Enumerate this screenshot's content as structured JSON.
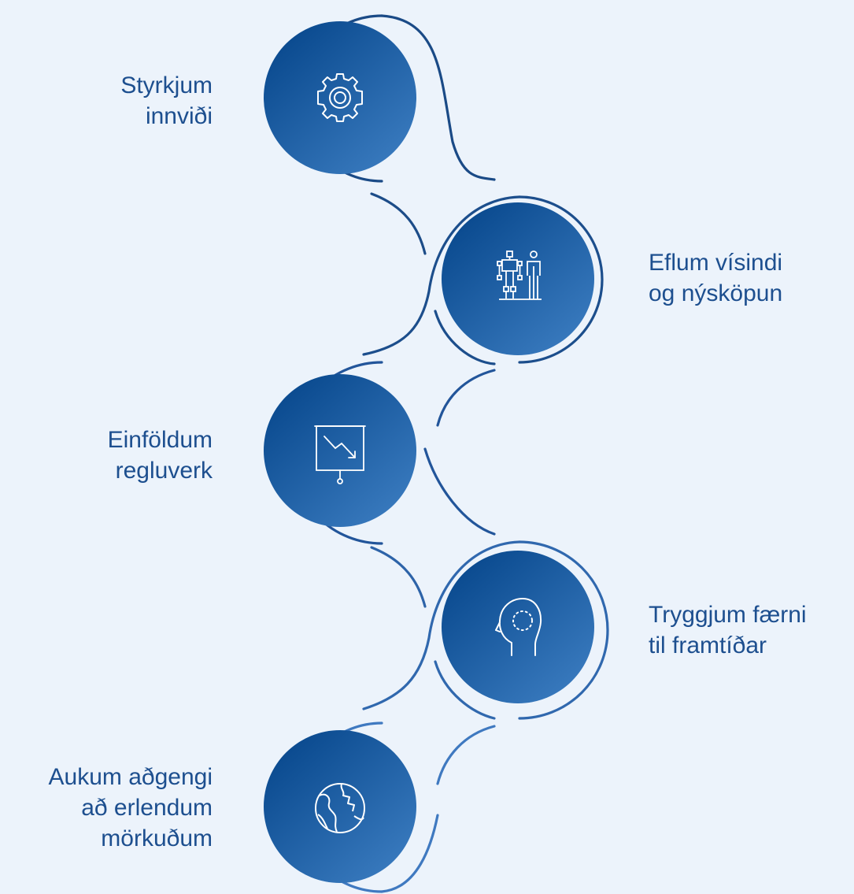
{
  "colors": {
    "background": "#ecf3fb",
    "label_text": "#1d4f8f",
    "circle_gradient_start": "#0a4a8f",
    "circle_gradient_end": "#3b7cc0",
    "ring_stroke": "#1e4f8a"
  },
  "steps": [
    {
      "lines": [
        "Styrkjum",
        "innviði"
      ],
      "icon": "gear-icon"
    },
    {
      "lines": [
        "Eflum vísindi",
        "og nýsköpun"
      ],
      "icon": "robot-person-icon"
    },
    {
      "lines": [
        "Einföldum",
        "regluverk"
      ],
      "icon": "presentation-chart-down-icon"
    },
    {
      "lines": [
        "Tryggjum færni",
        "til framtíðar"
      ],
      "icon": "head-profile-icon"
    },
    {
      "lines": [
        "Aukum aðgengi",
        "að erlendum",
        "mörkuðum"
      ],
      "icon": "globe-icon"
    }
  ]
}
